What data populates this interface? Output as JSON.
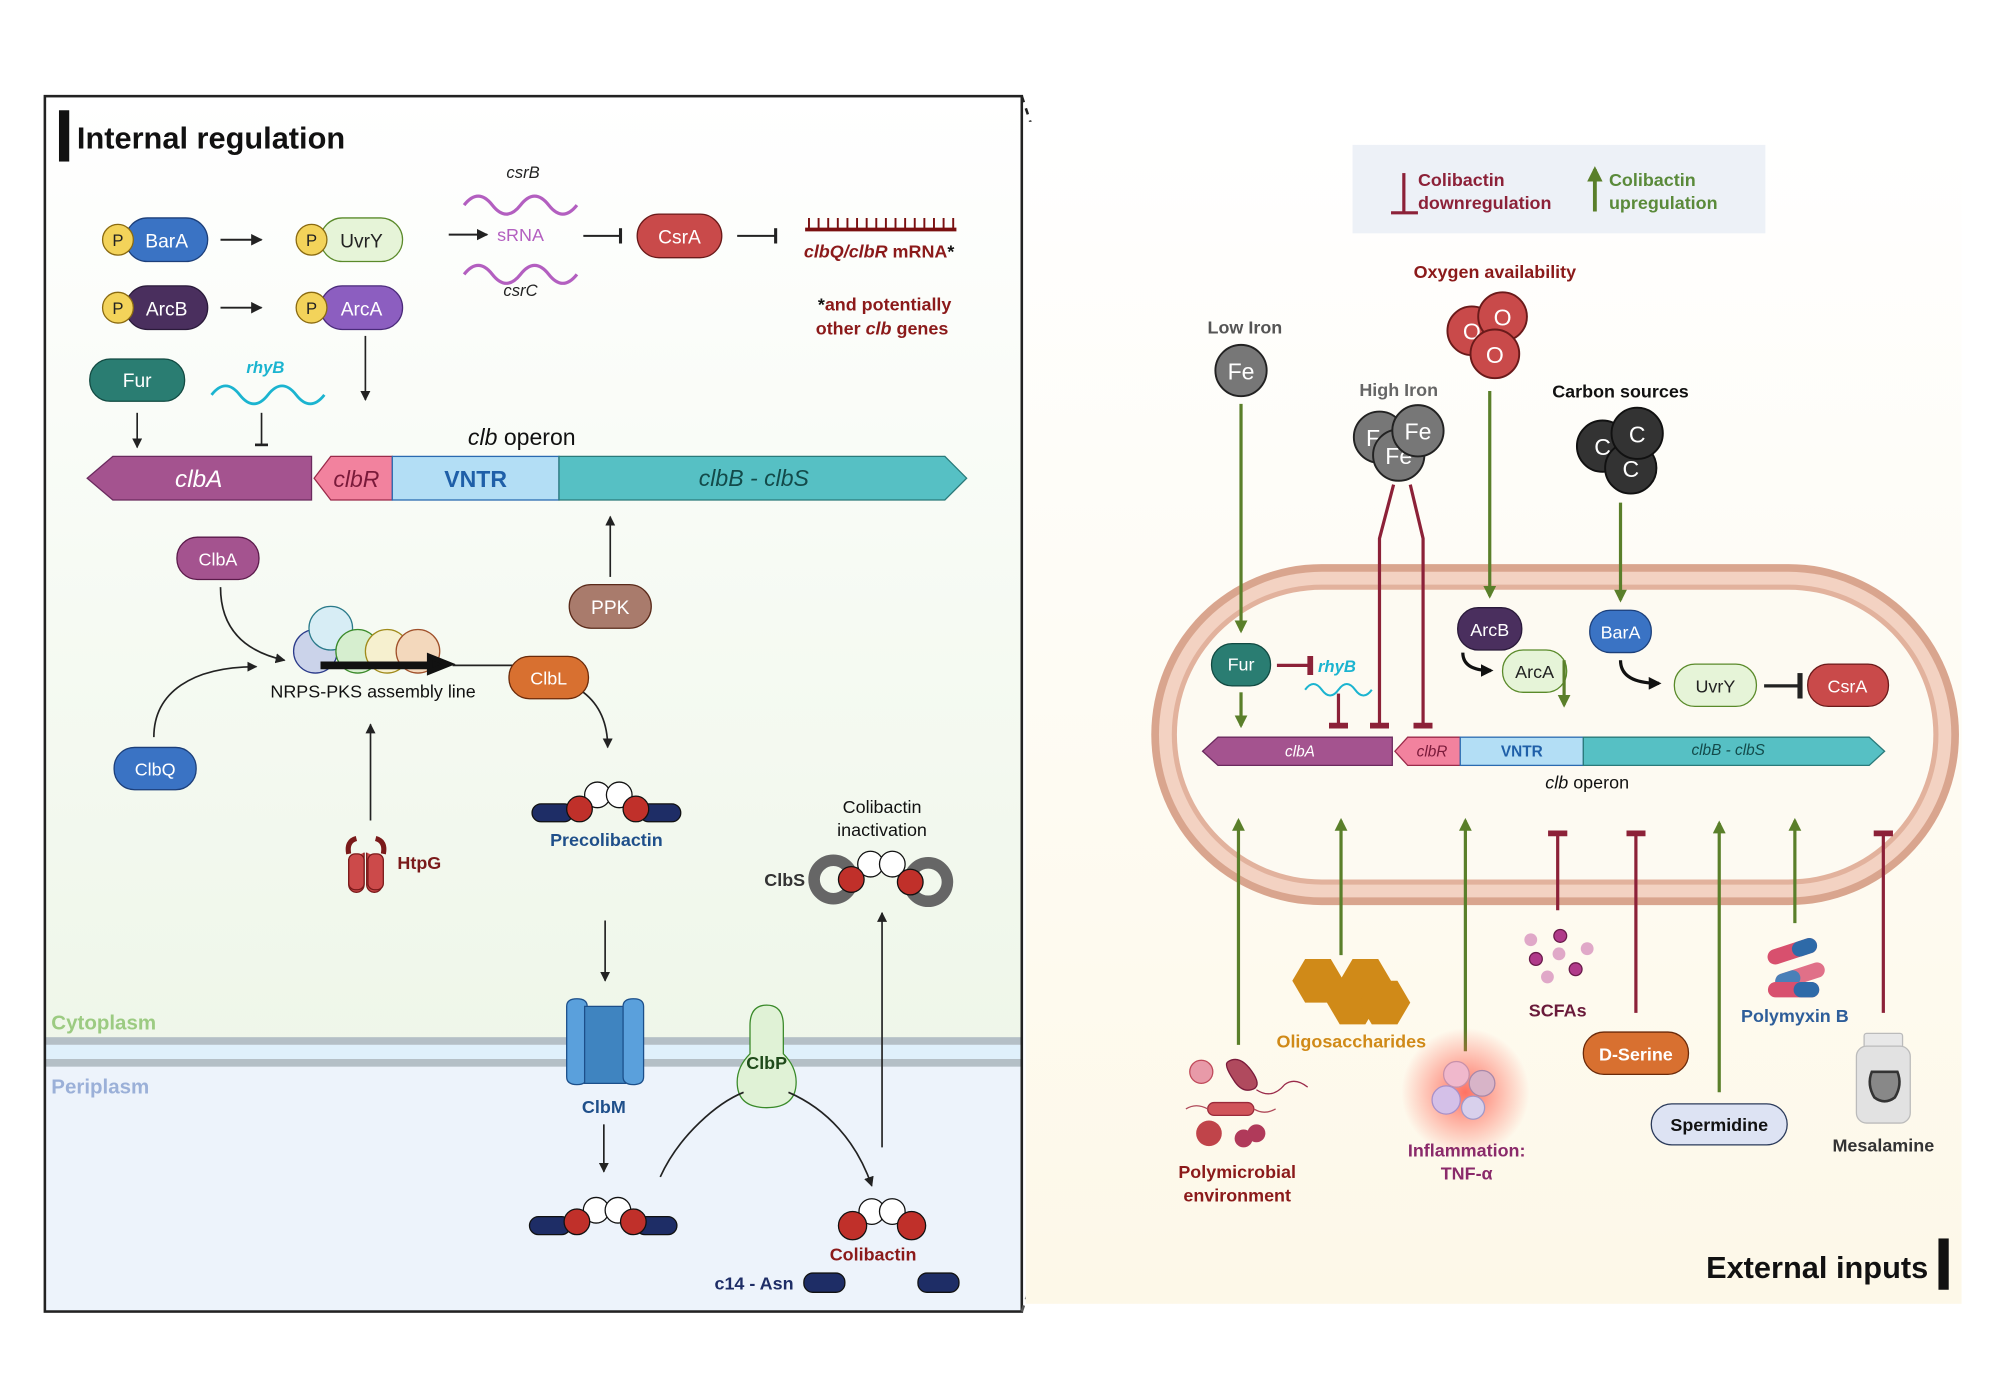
{
  "internal": {
    "title": "Internal regulation",
    "pathway": {
      "barA": "BarA",
      "uvrY": "UvrY",
      "arcB": "ArcB",
      "arcA": "ArcA",
      "phospho": "P",
      "csrB": "csrB",
      "srna": "sRNA",
      "csrC": "csrC",
      "csrA": "CsrA",
      "mrna_italic": "clbQ/clbR",
      "mrna_rest": " mRNA",
      "asterisk": "*",
      "footnote_line1": "and potentially",
      "footnote_line2_pre": "other ",
      "footnote_line2_italic": "clb",
      "footnote_line2_post": " genes",
      "fur": "Fur",
      "rhyB": "rhyB"
    },
    "operon": {
      "caption_italic": "clb",
      "caption_rest": " operon",
      "genes": [
        "clbA",
        "clbR",
        "VNTR",
        "clbB - clbS"
      ]
    },
    "biosynthesis": {
      "clbA": "ClbA",
      "clbQ": "ClbQ",
      "ppk": "PPK",
      "clbL": "ClbL",
      "assembly_line": "NRPS-PKS assembly line",
      "htpG": "HtpG",
      "precolibactin": "Precolibactin",
      "inactivation_line1": "Colibactin",
      "inactivation_line2": "inactivation",
      "clbS": "ClbS",
      "clbM": "ClbM",
      "clbP": "ClbP",
      "colibactin": "Colibactin",
      "c14asn": "c14 - Asn"
    },
    "compartments": {
      "cytoplasm": "Cytoplasm",
      "periplasm": "Periplasm"
    }
  },
  "external": {
    "title": "External inputs",
    "legend": {
      "down_line1": "Colibactin",
      "down_line2": "downregulation",
      "up_line1": "Colibactin",
      "up_line2": "upregulation"
    },
    "top_inputs": {
      "low_iron": "Low Iron",
      "fe": "Fe",
      "high_iron": "High Iron",
      "oxygen": "Oxygen availability",
      "o": "O",
      "carbon": "Carbon sources",
      "c": "C"
    },
    "cell": {
      "fur": "Fur",
      "rhyB": "rhyB",
      "arcB": "ArcB",
      "arcA": "ArcA",
      "barA": "BarA",
      "uvrY": "UvrY",
      "csrA": "CsrA",
      "genes": [
        "clbA",
        "clbR",
        "VNTR",
        "clbB - clbS"
      ],
      "caption_italic": "clb",
      "caption_rest": " operon"
    },
    "bottom_inputs": [
      {
        "label_line1": "Polymicrobial",
        "label_line2": "environment",
        "effect": "upregulation"
      },
      {
        "label_line1": "Oligosaccharides",
        "effect": "upregulation"
      },
      {
        "label_line1": "Inflammation:",
        "label_line2": "TNF-α",
        "effect": "upregulation"
      },
      {
        "label_line1": "SCFAs",
        "effect": "downregulation"
      },
      {
        "label_line1": "D-Serine",
        "effect": "downregulation"
      },
      {
        "label_line1": "Spermidine",
        "effect": "upregulation"
      },
      {
        "label_line1": "Polymyxin B",
        "effect": "upregulation"
      },
      {
        "label_line1": "Mesalamine",
        "effect": "downregulation"
      }
    ]
  },
  "colors": {
    "upregulation": "#5a7f2a",
    "downregulation": "#8c2138",
    "csrA": "#c94a4a",
    "fur": "#2a7d72",
    "clbA_gene": "#a4538f",
    "clbR_gene": "#f2829e",
    "vntr_gene": "#b3def5",
    "clbBS_gene": "#56c0c4"
  }
}
